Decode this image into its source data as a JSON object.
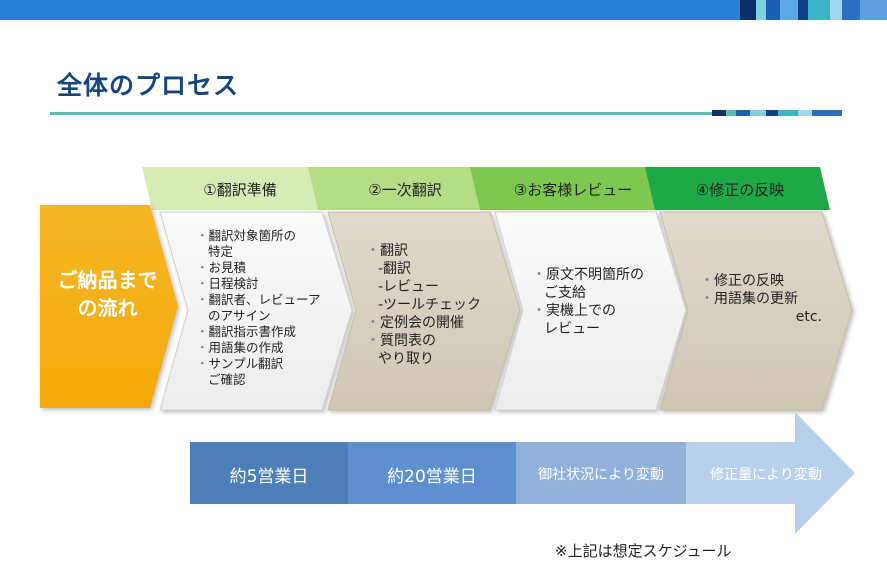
{
  "slide": {
    "title": "全体のプロセス",
    "flow_label_line1": "ご納品まで",
    "flow_label_line2": "の流れ",
    "stages": [
      {
        "label": "①翻訳準備",
        "items": [
          "翻訳対象箇所の",
          "特定",
          "お見積",
          "日程検討",
          "翻訳者、レビューア",
          "のアサイン",
          "翻訳指示書作成",
          "用語集の作成",
          "サンプル翻訳",
          "ご確認"
        ]
      },
      {
        "label": "②一次翻訳",
        "items": [
          "翻訳",
          "-翻訳",
          "-レビュー",
          "-ツールチェック",
          "定例会の開催",
          "質問表の",
          "やり取り"
        ]
      },
      {
        "label": "③お客様レビュー",
        "items": [
          "原文不明箇所の",
          "ご支給",
          "実機上での",
          "レビュー"
        ]
      },
      {
        "label": "④修正の反映",
        "items": [
          "修正の反映",
          "用語集の更新",
          "etc."
        ]
      }
    ],
    "durations": [
      "約5営業日",
      "約20営業日",
      "御社状況により変動",
      "修正量により変動"
    ],
    "note": "※上記は想定スケジュール"
  },
  "colors": {
    "top_bar": "#2b7fd4",
    "title": "#15457f",
    "rule": "#59bfb1",
    "flow_label_bg": "#f7b21c",
    "stage1_tab": "#d6ecb5",
    "stage2_tab": "#b5dd85",
    "stage3_tab": "#7ec850",
    "stage4_tab": "#1fa846",
    "box_white": "#f5f5f5",
    "box_tan": "#d6d0bf",
    "dur1": "#4c7fb8",
    "dur2": "#5e8fd0",
    "dur3": "#91b1d8",
    "dur4": "#b8d0ea"
  }
}
